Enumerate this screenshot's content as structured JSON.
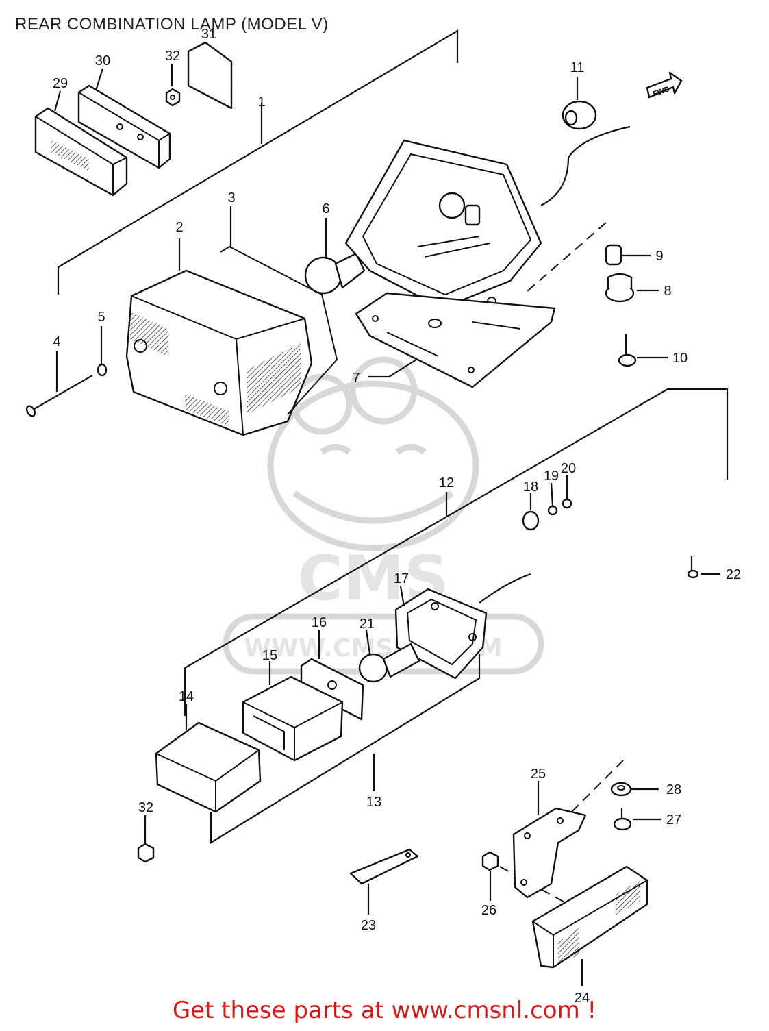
{
  "title": "REAR COMBINATION LAMP (MODEL V)",
  "fwd_label": "FWD",
  "watermark": {
    "logo": "CMS",
    "url": "WWW.CMSNL.COM"
  },
  "footer": "Get these parts at www.cmsnl.com !",
  "callouts": [
    "1",
    "2",
    "3",
    "4",
    "5",
    "6",
    "7",
    "8",
    "9",
    "10",
    "11",
    "12",
    "13",
    "14",
    "15",
    "16",
    "17",
    "18",
    "19",
    "20",
    "21",
    "22",
    "23",
    "24",
    "25",
    "26",
    "27",
    "28",
    "29",
    "30",
    "31",
    "32",
    "32"
  ],
  "colors": {
    "line": "#111111",
    "footer": "#d21c1c",
    "watermark": "#d8d8d8"
  }
}
